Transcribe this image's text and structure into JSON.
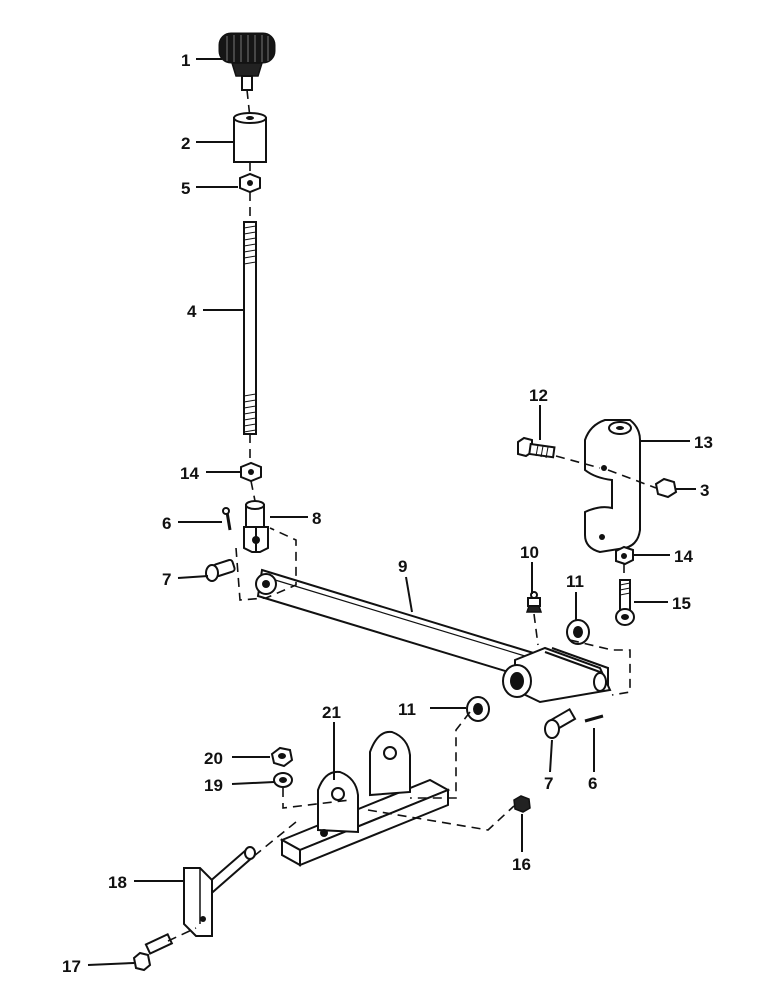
{
  "diagram": {
    "callouts": [
      {
        "id": "c1",
        "label": "1"
      },
      {
        "id": "c2",
        "label": "2"
      },
      {
        "id": "c5",
        "label": "5"
      },
      {
        "id": "c4",
        "label": "4"
      },
      {
        "id": "c14a",
        "label": "14"
      },
      {
        "id": "c6a",
        "label": "6"
      },
      {
        "id": "c8",
        "label": "8"
      },
      {
        "id": "c7a",
        "label": "7"
      },
      {
        "id": "c12",
        "label": "12"
      },
      {
        "id": "c13",
        "label": "13"
      },
      {
        "id": "c3",
        "label": "3"
      },
      {
        "id": "c14b",
        "label": "14"
      },
      {
        "id": "c15",
        "label": "15"
      },
      {
        "id": "c10",
        "label": "10"
      },
      {
        "id": "c11a",
        "label": "11"
      },
      {
        "id": "c9",
        "label": "9"
      },
      {
        "id": "c11b",
        "label": "11"
      },
      {
        "id": "c21",
        "label": "21"
      },
      {
        "id": "c20",
        "label": "20"
      },
      {
        "id": "c19",
        "label": "19"
      },
      {
        "id": "c7b",
        "label": "7"
      },
      {
        "id": "c6b",
        "label": "6"
      },
      {
        "id": "c16",
        "label": "16"
      },
      {
        "id": "c18",
        "label": "18"
      },
      {
        "id": "c17",
        "label": "17"
      }
    ]
  }
}
